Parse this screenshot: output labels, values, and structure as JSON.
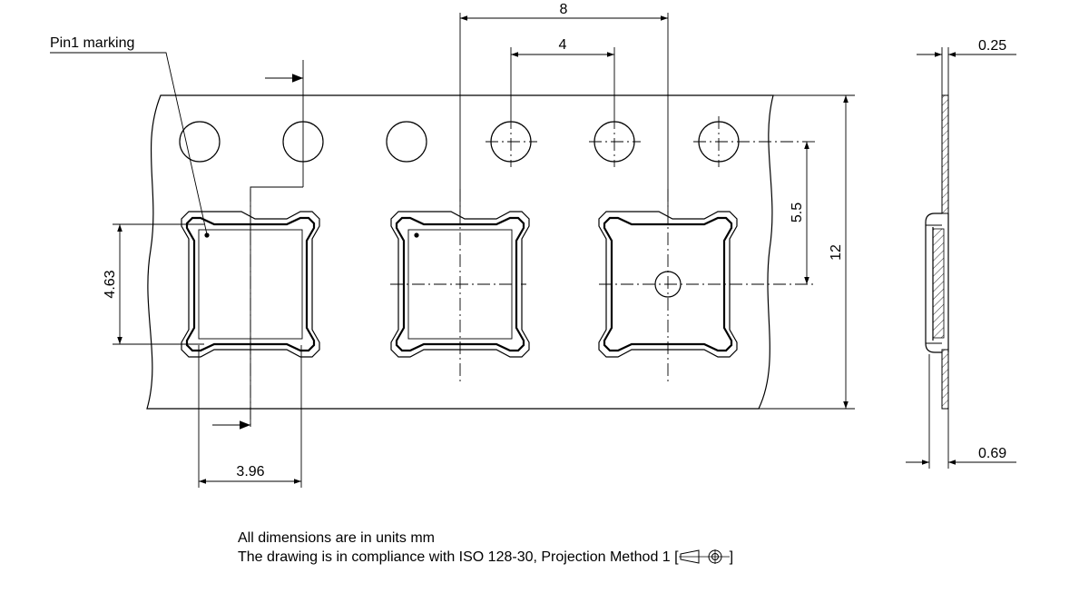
{
  "labels": {
    "pin1_marking": "Pin1 marking"
  },
  "dimensions": {
    "pitch": "8",
    "hole_pitch": "4",
    "hole_to_cavity": "5.5",
    "tape_width": "12",
    "thickness": "0.25",
    "depth": "0.69",
    "cavity_height": "4.63",
    "cavity_width": "3.96"
  },
  "notes": {
    "units": "All dimensions are in units mm",
    "compliance_prefix": "The drawing is in compliance with ISO 128-30, Projection Method 1 [",
    "compliance_suffix": "]"
  }
}
